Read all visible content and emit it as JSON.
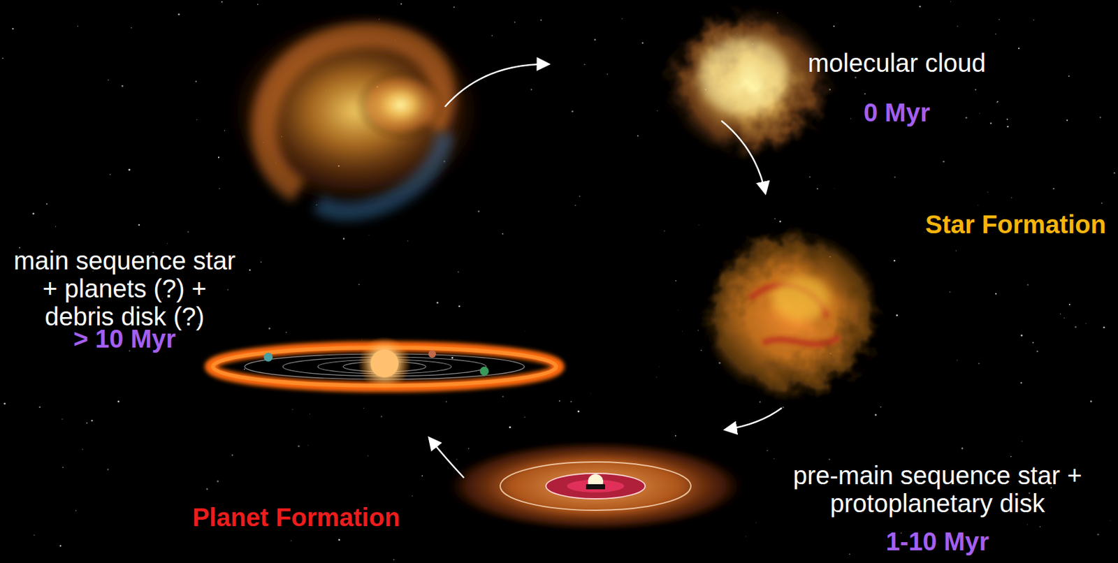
{
  "diagram": {
    "labels": [
      "molecular cloud",
      "0 Myr",
      "Star Formation",
      "main sequence star + planets (?) + debris disk (?)",
      "> 10 Myr",
      "pre-main sequence star + protoplanetary disk",
      "1-10 Myr",
      "Planet Formation"
    ]
  }
}
